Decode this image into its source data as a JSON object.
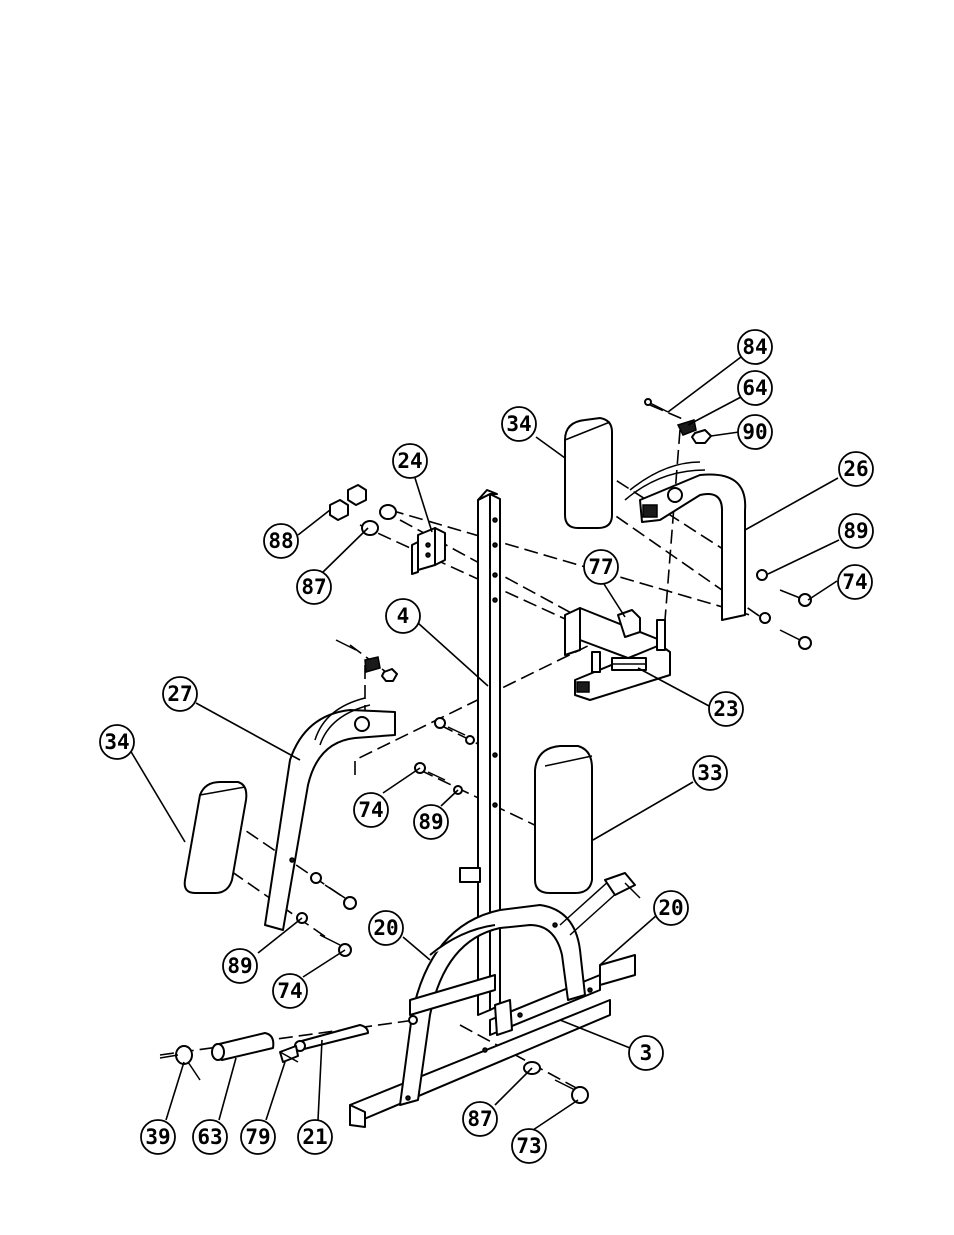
{
  "callouts": [
    {
      "id": "c84",
      "label": "84"
    },
    {
      "id": "c64",
      "label": "64"
    },
    {
      "id": "c90",
      "label": "90"
    },
    {
      "id": "c34a",
      "label": "34"
    },
    {
      "id": "c26",
      "label": "26"
    },
    {
      "id": "c24",
      "label": "24"
    },
    {
      "id": "c88",
      "label": "88"
    },
    {
      "id": "c87a",
      "label": "87"
    },
    {
      "id": "c89a",
      "label": "89"
    },
    {
      "id": "c74a",
      "label": "74"
    },
    {
      "id": "c77",
      "label": "77"
    },
    {
      "id": "c4",
      "label": "4"
    },
    {
      "id": "c23",
      "label": "23"
    },
    {
      "id": "c27",
      "label": "27"
    },
    {
      "id": "c34b",
      "label": "34"
    },
    {
      "id": "c74b",
      "label": "74"
    },
    {
      "id": "c89b",
      "label": "89"
    },
    {
      "id": "c33",
      "label": "33"
    },
    {
      "id": "c20a",
      "label": "20"
    },
    {
      "id": "c20b",
      "label": "20"
    },
    {
      "id": "c89c",
      "label": "89"
    },
    {
      "id": "c74c",
      "label": "74"
    },
    {
      "id": "c3",
      "label": "3"
    },
    {
      "id": "c87b",
      "label": "87"
    },
    {
      "id": "c73",
      "label": "73"
    },
    {
      "id": "c39",
      "label": "39"
    },
    {
      "id": "c63",
      "label": "63"
    },
    {
      "id": "c79",
      "label": "79"
    },
    {
      "id": "c21",
      "label": "21"
    }
  ]
}
